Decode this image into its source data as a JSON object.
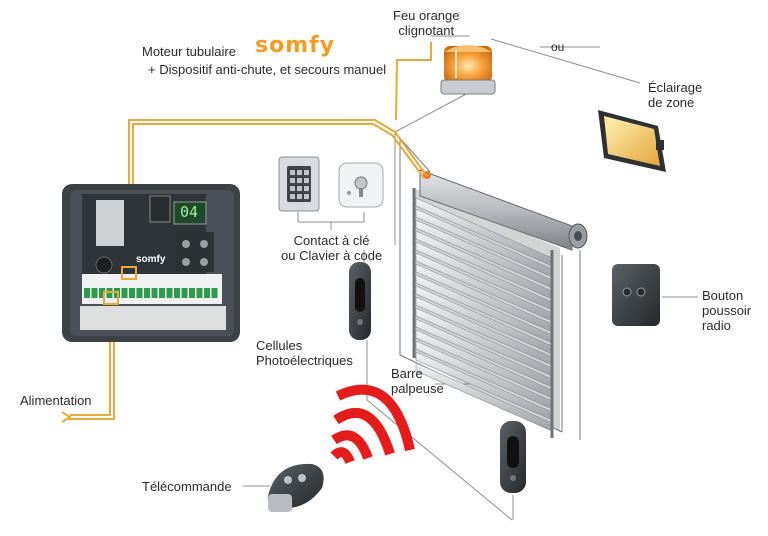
{
  "labels": {
    "flash_light": "Feu orange\nclignotant",
    "or": "ou",
    "zone_light": "Éclairage\nde zone",
    "motor_line1": "Moteur tubulaire",
    "motor_line2": "+ Dispositif anti-chute, et secours manuel",
    "brand": "somfy",
    "keys": "Contact à clé\nou Clavier à code",
    "photocells": "Cellules\nPhotoélectriques",
    "edge": "Barre\npalpeuse",
    "button": "Bouton\npoussoir\nradio",
    "power": "Alimentation",
    "remote": "Télécommande",
    "display": "04",
    "board_brand": "somfy"
  },
  "colors": {
    "wire": "#e9a93a",
    "signal": "#e41c1c",
    "beacon": "#f7a23b",
    "shutter": "#b9bcc0",
    "board": "#3c4246"
  }
}
